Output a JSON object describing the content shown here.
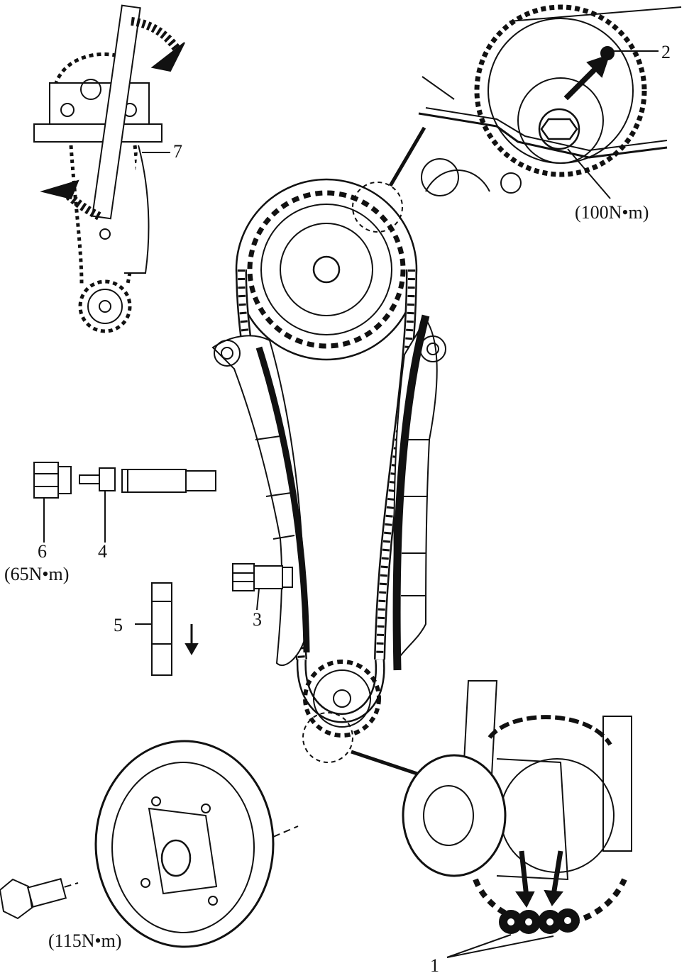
{
  "labels": {
    "l1": "1",
    "l2": "2",
    "l3": "3",
    "l4": "4",
    "l5": "5",
    "l6": "6",
    "l7": "7"
  },
  "torques": {
    "camshaft": "(100N•m)",
    "tensioner_plug": "(65N•m)",
    "crank_bolt": "(115N•m)"
  },
  "colors": {
    "line": "#111111",
    "background": "#ffffff"
  }
}
